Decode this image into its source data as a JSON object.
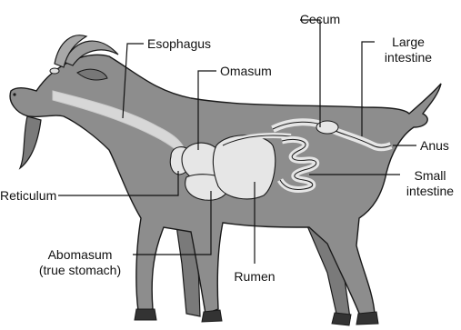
{
  "diagram": {
    "labels": {
      "esophagus": "Esophagus",
      "omasum": "Omasum",
      "cecum": "Cecum",
      "large_intestine_1": "Large",
      "large_intestine_2": "intestine",
      "anus": "Anus",
      "small_intestine_1": "Small",
      "small_intestine_2": "intestine",
      "reticulum": "Reticulum",
      "abomasum_1": "Abomasum",
      "abomasum_2": "(true stomach)",
      "rumen": "Rumen"
    },
    "colors": {
      "body": "#8d8d8d",
      "body_dark": "#6e6e6e",
      "outline": "#1a1a1a",
      "organ_fill": "#e6e6e6",
      "esophagus_fill": "#dcdcdc",
      "leader_line": "#111111"
    }
  }
}
